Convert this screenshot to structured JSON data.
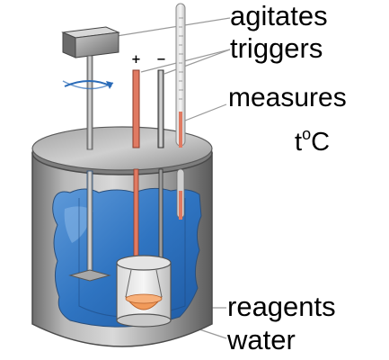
{
  "labels": {
    "agitates": "agitates",
    "triggers": "triggers",
    "measures": "measures",
    "temperature_t": "t",
    "temperature_degree": "o",
    "temperature_unit": "C",
    "reagents": "reagents",
    "water": "water"
  },
  "electrodes": {
    "positive_sign": "+",
    "negative_sign": "−"
  },
  "colors": {
    "water": "#2a6bb8",
    "water_light": "#5f9ad9",
    "metal": "#9c9c9c",
    "metal_dark": "#5e5e5e",
    "heater_wire": "#e07a62",
    "reagents": "#f19a5a"
  }
}
